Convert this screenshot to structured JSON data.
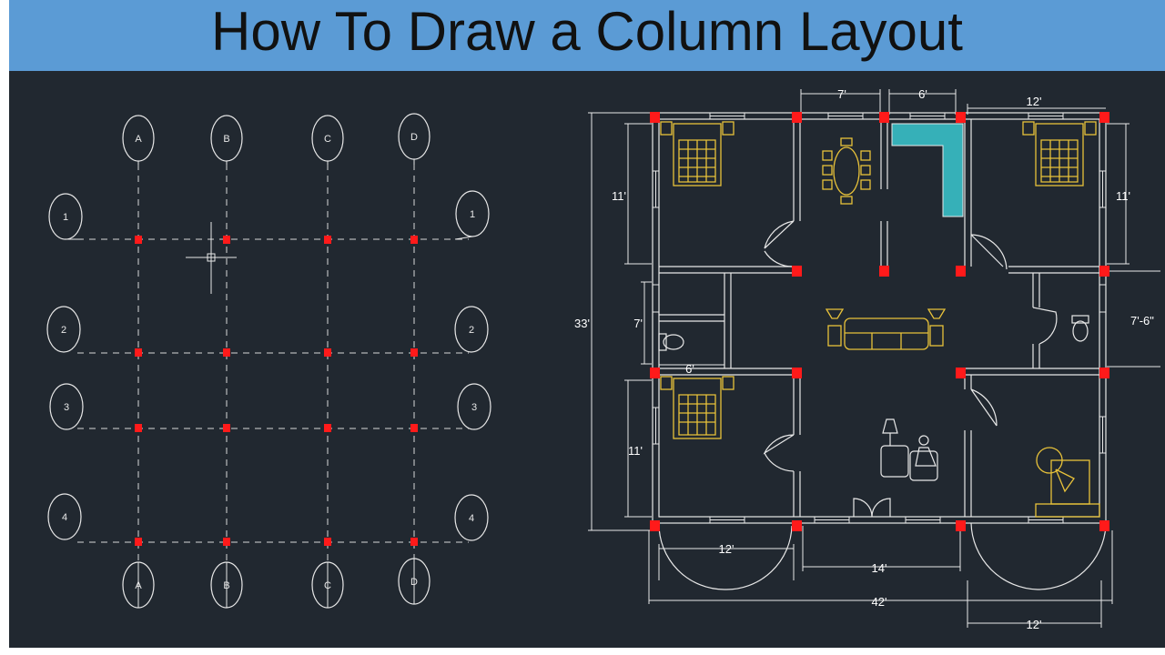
{
  "title": "How To Draw a Column Layout",
  "colors": {
    "banner": "#5b9bd5",
    "canvas": "#212830",
    "column": "#ff1a1a",
    "line": "#e8e8e8",
    "furniture": "#e8c23a",
    "kitchen": "#36b0b8"
  },
  "grid": {
    "columns": [
      "A",
      "B",
      "C",
      "D"
    ],
    "rows": [
      "1",
      "2",
      "3",
      "4"
    ]
  },
  "plan": {
    "dimensions": {
      "top_left": "7'",
      "top_mid": "6'",
      "top_right": "12'",
      "left_total": "33'",
      "left_upper": "11'",
      "left_mid": "7'",
      "left_lower": "11'",
      "right_upper": "11'",
      "right_mid": "7'-6\"",
      "mid_bath_width": "6'",
      "bottom_left": "12'",
      "bottom_mid": "14'",
      "bottom_total": "42'",
      "bottom_right": "12'"
    }
  }
}
